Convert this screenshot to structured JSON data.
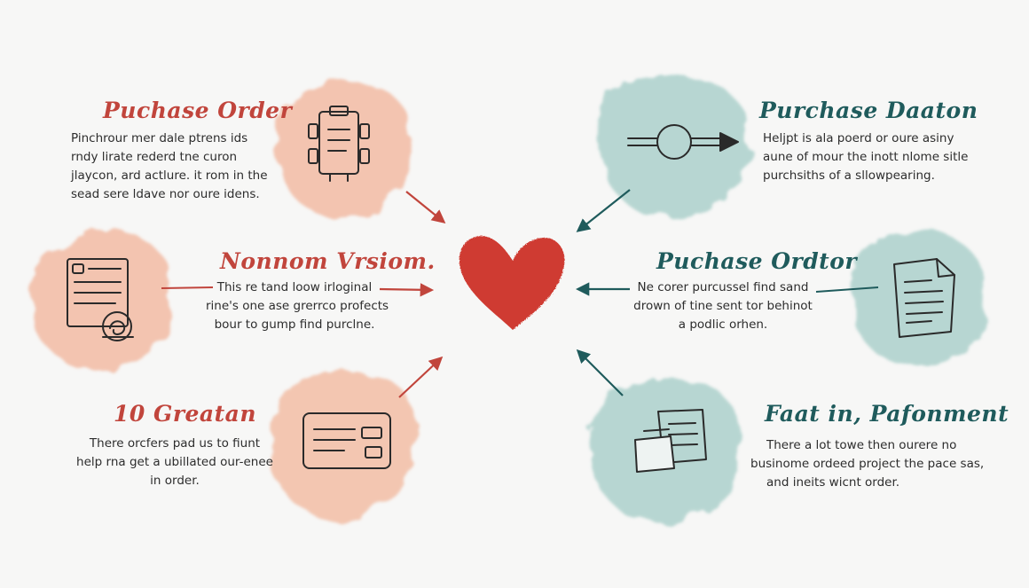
{
  "colors": {
    "warm_accent": "#c1453c",
    "cool_accent": "#1f5b5c",
    "warm_blob": "#f0a584",
    "cool_blob": "#8fc1bb",
    "heart": "#cf3a30",
    "background": "#f7f7f6"
  },
  "center": {
    "icon": "heart-icon"
  },
  "nodes": [
    {
      "id": "top-left",
      "title": "Puchase Order",
      "icon": "form-document-icon",
      "lines": [
        "Pinchrour mer dale ptrens ids",
        "rndy lirate rederd tne curon",
        "jlaycon, ard actlure. it rom in the",
        "sead sere ldave nor oure idens."
      ]
    },
    {
      "id": "mid-left",
      "title": "Nonnom Vrsiom.",
      "icon": "contract-signature-icon",
      "lines": [
        "This re tand loow irloginal",
        "rine's one ase grerrco profects",
        "bour to gump find purclne."
      ]
    },
    {
      "id": "bottom-left",
      "title": "10 Greatan",
      "icon": "payment-card-icon",
      "lines": [
        "There orcfers pad us to fiunt",
        "help rna get a ubillated our-enee",
        "in order."
      ]
    },
    {
      "id": "top-right",
      "title": "Purchase Daaton",
      "icon": "arrow-through-circle-icon",
      "lines": [
        "Heljpt is ala poerd or oure asiny",
        "aune of mour the inott nlome sitle",
        "purchsiths of a sllowpearing."
      ]
    },
    {
      "id": "mid-right",
      "title": "Puchase Ordtor",
      "icon": "paper-document-icon",
      "lines": [
        "Ne corer purcussel find sand",
        "drown of tine sent tor behinot",
        "a podlic orhen."
      ]
    },
    {
      "id": "bottom-right",
      "title": "Faat in, Pafonment",
      "icon": "papers-stack-icon",
      "lines": [
        "There a lot towe then ourere no",
        "businome ordeed project the pace sas,",
        "and ineits wicnt order."
      ]
    }
  ]
}
